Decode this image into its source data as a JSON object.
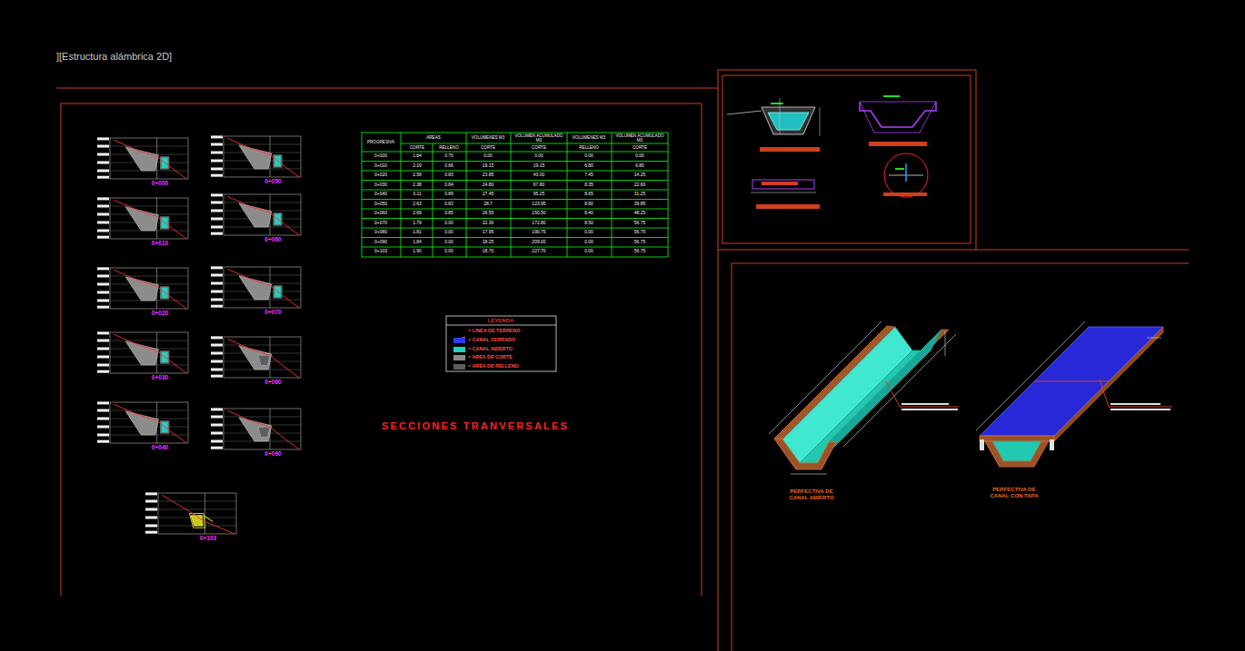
{
  "diagram": {
    "title": "SECCIONES TRANVERSALES",
    "labels": [
      "][Estructura alámbrica 2D]",
      "0+000",
      "0+050",
      "0+010",
      "0+060",
      "0+020",
      "0+070",
      "0+030",
      "0+080",
      "0+040",
      "0+090",
      "0+103",
      "PROGRESIVA",
      "AREAS",
      "CORTE",
      "RELLENO",
      "VOLUMENES M3",
      "CORTE",
      "VOLUMEN ACUMULADO M3",
      "CORTE",
      "VOLUMENES M3",
      "RELLENO",
      "VOLUMEN ACUMULADO M3",
      "CORTE",
      "0+000",
      "1.64",
      "0.70",
      "0.00",
      "0.00",
      "0.00",
      "0.00",
      "0+010",
      "2.19",
      "0.66",
      "19.15",
      "19.15",
      "6.80",
      "6.80",
      "0+020",
      "2.58",
      "0.83",
      "23.85",
      "43.00",
      "7.45",
      "14.25",
      "0+030",
      "2.38",
      "0.84",
      "24.80",
      "67.80",
      "8.35",
      "22.60",
      "0+040",
      "3.11",
      "0.89",
      "27.45",
      "95.25",
      "8.65",
      "31.25",
      "0+050",
      "2.63",
      "0.83",
      "28.7",
      "123.95",
      "8.60",
      "39.85",
      "0+060",
      "2.69",
      "0.85",
      "26.55",
      "150.50",
      "8.40",
      "48.25",
      "0+070",
      "1.79",
      "0.00",
      "22.30",
      "172.80",
      "8.50",
      "56.75",
      "0+080",
      "1.81",
      "0.00",
      "17.95",
      "190.75",
      "0.00",
      "56.75",
      "0+090",
      "1.84",
      "0.00",
      "18.25",
      "209.00",
      "0.00",
      "56.75",
      "0+103",
      "1.90",
      "0.00",
      "18.70",
      "227.70",
      "0.00",
      "56.75",
      "LEYENDA",
      "PERFECTIVA DE CANAL ABIERTO",
      "PERFECTIVA DE CANAL CON TAPA"
    ],
    "legend": [
      {
        "text": "= LINEA DE TERRENO"
      },
      {
        "text": "= CANAL CERRADO",
        "color": "#2a3cff"
      },
      {
        "text": "= CANAL ABIERTO",
        "color": "#20d0c0"
      },
      {
        "text": "= AREA DE CORTE",
        "color": "#8c8c8c"
      },
      {
        "text": "= AREA DE RELLENO",
        "color": "#5e5e5e"
      }
    ]
  }
}
